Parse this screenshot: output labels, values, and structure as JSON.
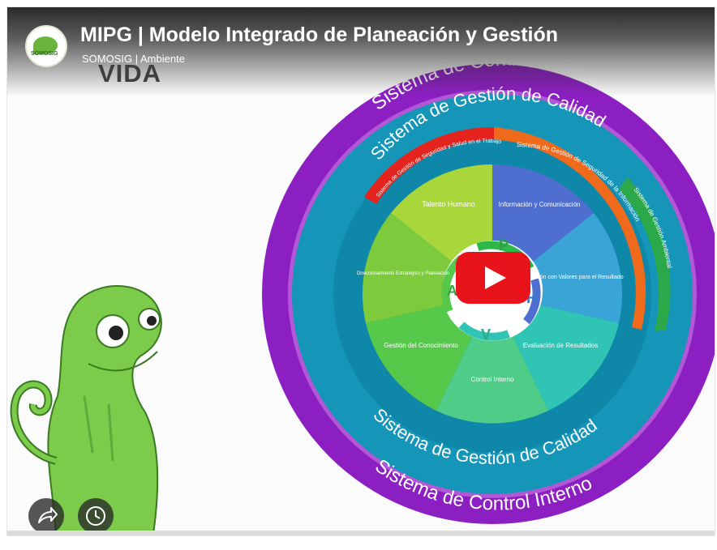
{
  "video": {
    "title": "MIPG | Modelo Integrado de Planeación y Gestión",
    "channel": "SOMOSIG | Ambiente"
  },
  "channel_logo_text": "SOMOSIG",
  "background_logo_text": "VIDA",
  "diagram": {
    "outer_ring_top": "Sistema de Control Interno",
    "outer_ring_bottom": "Sistema de Control Interno",
    "middle_ring_top": "Sistema de Gestión de Calidad",
    "middle_ring_bottom": "Sistema de Gestión de Calidad",
    "arc_seguridad_salud": "Sistema de Gestión de Seguridad y Salud en el Trabajo",
    "arc_seguridad_informacion": "Sistema de Gestión de Seguridad de la Información",
    "arc_ambiental": "Sistema de Gestión Ambiental",
    "segments": [
      {
        "label": "Talento Humano",
        "color": "#a9d63b"
      },
      {
        "label": "Información y Comunicación",
        "color": "#4f6fd0"
      },
      {
        "label": "Gestión con Valores para el Resultado",
        "color": "#3aa4d6"
      },
      {
        "label": "Evaluación de Resultados",
        "color": "#2fc4b4"
      },
      {
        "label": "Control Interno",
        "color": "#4fcc88"
      },
      {
        "label": "Gestión del Conocimiento",
        "color": "#56c84a"
      },
      {
        "label": "Direccionamiento Estratégico y Planeación",
        "color": "#7dcb3c"
      }
    ],
    "phva": [
      "P",
      "H",
      "V",
      "A"
    ]
  },
  "colors": {
    "outer_ring": "#8c1fc2",
    "middle_ring": "#1595b8",
    "play_red": "#e8131b"
  },
  "icons": {
    "share": "share-arrow-icon",
    "watch_later": "clock-icon",
    "play": "play-icon"
  }
}
